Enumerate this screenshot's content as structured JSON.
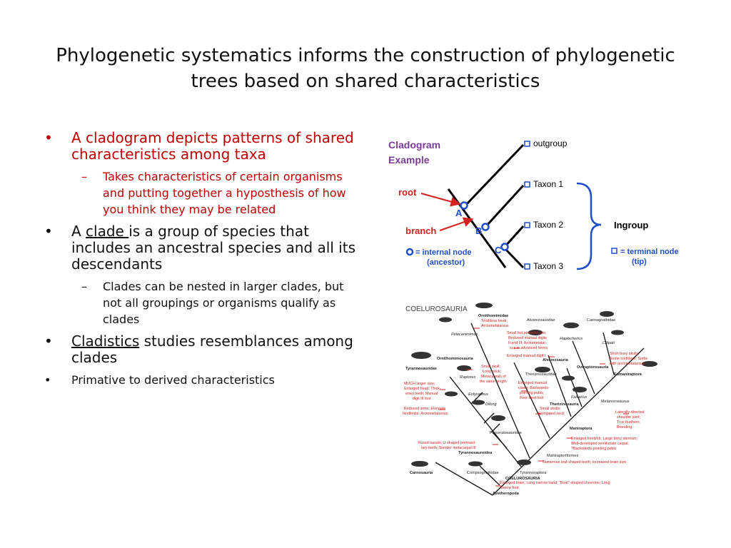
{
  "slide": {
    "title_line1": "Phylogenetic systematics informs the construction of phylogenetic",
    "title_line2": "trees based on shared characteristics"
  },
  "bullets": {
    "b1": "A cladogram depicts patterns of shared characteristics among taxa",
    "b1_sub": "Takes characteristics of certain organisms and putting together a hyposthesis of how you think they may be related",
    "b2_pre": "A ",
    "b2_link": "clade ",
    "b2_post": "is a group of species that includes an ancestral species and all its descendants",
    "b2_sub": "Clades can be nested in larger clades, but not all groupings or organisms qualify as clades",
    "b3_link": "Cladistics",
    "b3_post": " studies resemblances among clades",
    "b4": "Primative to derived characteristics",
    "bullet_glyph": "•",
    "dash_glyph": "–"
  },
  "cladogram": {
    "title_line1": "Cladogram",
    "title_line2": "Example",
    "root": "root",
    "branch": "branch",
    "node_a": "A",
    "node_b": "B",
    "node_c": "C",
    "outgroup": "outgroup",
    "taxon1": "Taxon 1",
    "taxon2": "Taxon 2",
    "taxon3": "Taxon 3",
    "ingroup": "Ingroup",
    "internal_node_line1": "= internal node",
    "internal_node_line2": "(ancestor)",
    "terminal_node_line1": "= terminal node",
    "terminal_node_line2": "(tip)",
    "colors": {
      "purple": "#7b3a96",
      "red": "#d62020",
      "blue": "#1f4fc8",
      "line": "#000000"
    }
  },
  "coelurosauria": {
    "title": "COELUROSAURIA",
    "clades": {
      "ornithomimidae": "Ornithomimidae",
      "alvarezsauridae": "Alvarezsauridae",
      "caenagnathidae": "Caenagnathidae",
      "pelecanimimus": "Pelecanimimus",
      "haplocheirus": "Haplocheirus",
      "citipati": "Citipati",
      "ornithomimosauria": "Ornithomimosauria",
      "alvarezsauria": "Alvarezsauria",
      "oviraptorosauria": "Oviraptorosauria",
      "tyrannosauridae": "Tyrannosauridae",
      "therizinosauridae": "Therizinosauridae",
      "eumaniraptora": "Eumaniraptora",
      "raptorex": "Raptorex",
      "falcarius": "Falcarius",
      "eotyrannus": "Eotyrannus",
      "dilong": "Dilong",
      "therizinosauria": "Therizinosauria",
      "maniraptora": "Maniraptora",
      "melanorosaurus": "Melanorosaurus",
      "proceratosauridae": "Proceratosauridae",
      "tyrannosauroidea": "Tyrannosauroidea",
      "maniraptoriformes": "Maniraptoriformes",
      "carnosauria": "Carnosauria",
      "compsognathidae": "Compsognathidae",
      "tyrannoraptora": "Tyrannoraptora",
      "coelurosauria": "COELUROSAURIA",
      "avetheropoda": "Avetheropoda"
    },
    "characters": {
      "c1a": "Toothless beak;",
      "c1b": "Arctometatarsus",
      "c2a": "Small but powerful arm;",
      "c2b": "Reduced manual digits",
      "c2c": "II and III; Arctometatar-",
      "c2d": "sus in advanced forms",
      "c3": "Enlarged manual digit I",
      "c4a": "Short boxy skulls;",
      "c4b": "Some toothless; Some",
      "c4c": "with arctometatarsus",
      "c5a": "Small skull;",
      "c5b": "Long neck;",
      "c5c": "Metacarpals of",
      "c5d": "the same length",
      "c6a": "MUCH larger size;",
      "c6b": "Enlarged head; Thick-",
      "c6c": "ened teeth; Manual",
      "c6d": "digit III lost",
      "c7a": "Enlarged manual",
      "c7b": "claws; Backwards-",
      "c7c": "pointing pubis;",
      "c7d": "Four-toed foot",
      "c8a": "Reduced arms; Elongate",
      "c8b": "hindlimbs; Arctometatarsus",
      "c9a": "Small skulls;",
      "c9b": "Elongated neck",
      "c10a": "Laterally-directed",
      "c10b": "shoulder joint;",
      "c10c": "True feathers;",
      "c10d": "Brooding",
      "c11a": "Enlarged forelimb; Large bony sternum;",
      "c11b": "Well-developed semilunate carpal;",
      "c11c": "?Backwards-pointing pubis",
      "c12a": "Fused nasals; U-shaped premaxil-",
      "c12b": "lary teeth; Slender metacarpal III",
      "c13": "Numerous leaf-shaped teeth; Increased brain size",
      "c14a": "Enlarged brain; Long narrow hand; \"Boat\"-shaped chevrons; Long",
      "c14b": "narrow foot"
    }
  }
}
